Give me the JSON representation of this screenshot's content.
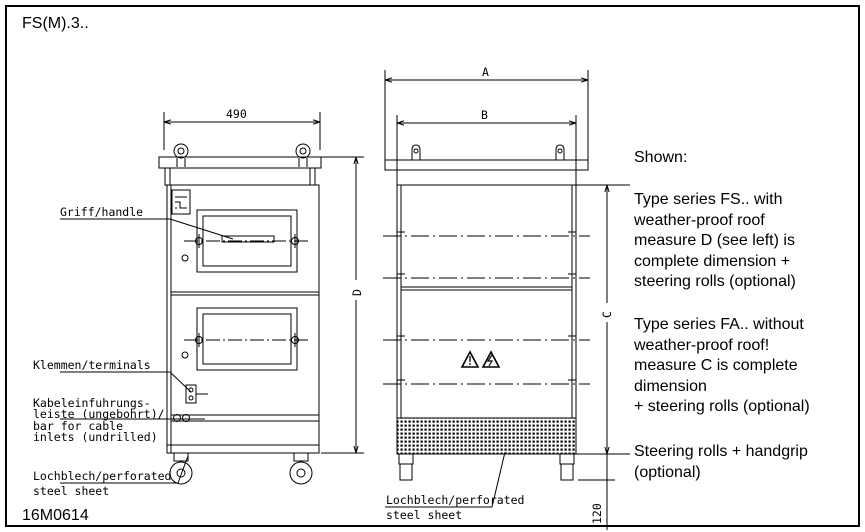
{
  "header": {
    "type_code": "FS(M).3.."
  },
  "footer": {
    "drawing_no": "16M0614"
  },
  "dimensions": {
    "width_490": "490",
    "A": "A",
    "B": "B",
    "C": "C",
    "D": "D",
    "h_120": "120"
  },
  "callouts": {
    "handle": "Griff/handle",
    "terminals": "Klemmen/terminals",
    "cable_bar_1": "Kabeleinfuhrungs-",
    "cable_bar_2": "leiste (ungebohrt)/",
    "cable_bar_3": "bar for cable",
    "cable_bar_4": "inlets (undrilled)",
    "perforated_left_1": "Lochblech/perforated",
    "perforated_left_2": "steel sheet",
    "perforated_right_1": "Lochblech/perforated",
    "perforated_right_2": "steel sheet"
  },
  "notes": {
    "shown": "Shown:",
    "fs_1": "Type series FS.. with",
    "fs_2": "weather-proof roof",
    "fs_3": "measure D (see left) is",
    "fs_4": "complete dimension +",
    "fs_5": "steering rolls (optional)",
    "fa_1": "Type series FA.. without",
    "fa_2": "weather-proof roof!",
    "fa_3": "measure C is complete",
    "fa_4": "dimension",
    "fa_5": "+ steering rolls (optional)",
    "rolls_1": "Steering rolls + handgrip",
    "rolls_2": "(optional)"
  }
}
